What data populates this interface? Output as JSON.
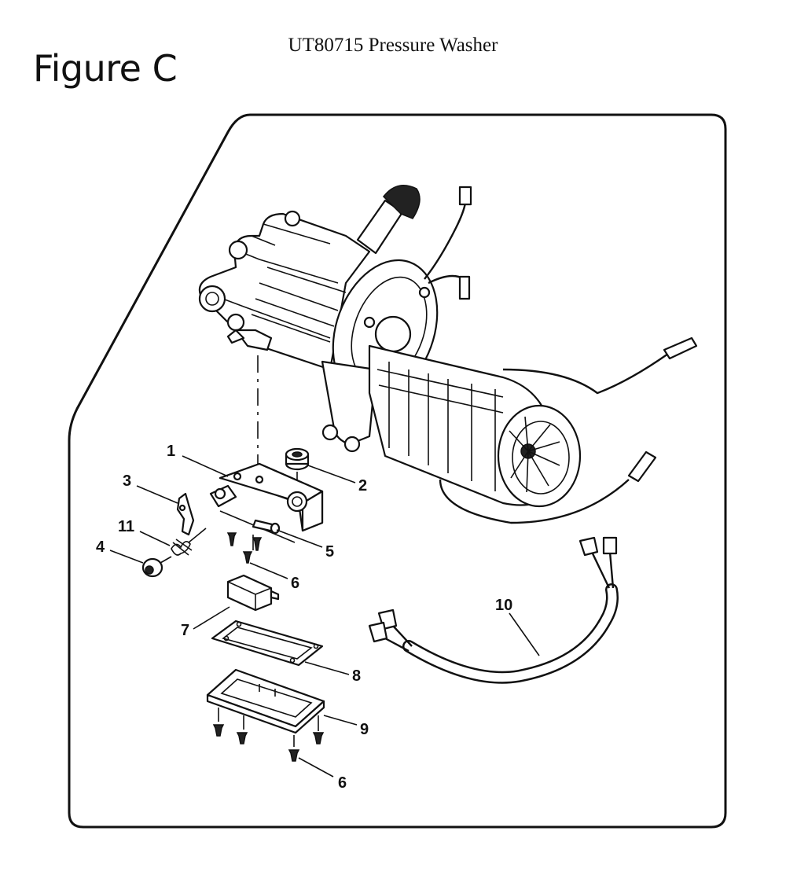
{
  "header": {
    "figure_label": "Figure C",
    "title": "UT80715 Pressure Washer"
  },
  "callouts": [
    {
      "id": "c1",
      "label": "1"
    },
    {
      "id": "c2",
      "label": "2"
    },
    {
      "id": "c3",
      "label": "3"
    },
    {
      "id": "c4",
      "label": "4"
    },
    {
      "id": "c5",
      "label": "5"
    },
    {
      "id": "c6a",
      "label": "6"
    },
    {
      "id": "c7",
      "label": "7"
    },
    {
      "id": "c8",
      "label": "8"
    },
    {
      "id": "c9",
      "label": "9"
    },
    {
      "id": "c10",
      "label": "10"
    },
    {
      "id": "c11",
      "label": "11"
    },
    {
      "id": "c6b",
      "label": "6"
    }
  ]
}
